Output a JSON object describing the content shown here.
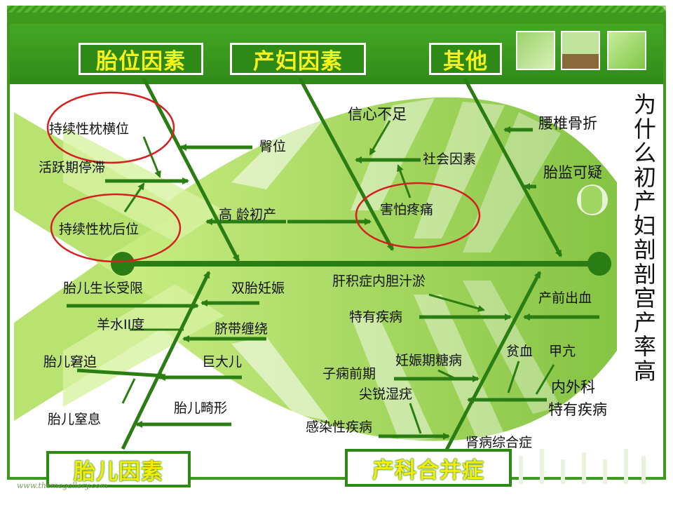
{
  "title_vertical": "为什么初产妇剖剖宫产率高",
  "categories": {
    "fetal_position": "胎位因素",
    "maternal": "产妇因素",
    "other": "其他",
    "fetal": "胎儿因素",
    "obstetric_complications": "产科合并症"
  },
  "causes": {
    "persistent_occiput_transverse": "持续性枕横位",
    "active_phase_arrest": "活跃期停滞",
    "persistent_occiput_posterior": "持续性枕后位",
    "breech": "臀位",
    "advanced_maternal_age": "高 龄初产",
    "lack_confidence": "信心不足",
    "social_factors": "社会因素",
    "fear_of_pain": "害怕疼痛",
    "lumbar_fracture": "腰椎骨折",
    "fetal_monitoring_doubt": "胎监可疑",
    "fetal_growth_restriction": "胎儿生长受限",
    "twin_pregnancy": "双胎妊娠",
    "oligohydramnios": "羊水II度",
    "cord_entanglement": "脐带缠绕",
    "fetal_distress": "胎儿窘迫",
    "macrosomia": "巨大儿",
    "fetal_asphyxia": "胎儿窒息",
    "fetal_malformation": "胎儿畸形",
    "icp": "肝积症内胆汁淤",
    "specific_disease": "特有疾病",
    "antepartum_hemorrhage": "产前出血",
    "gestational_diabetes": "妊娠期糖病",
    "preeclampsia": "子痫前期",
    "anemia": "贫血",
    "hyperthyroid": "甲亢",
    "internal_surgical": "内外科",
    "internal_surgical_disease": "特有疾病",
    "condyloma": "尖锐湿疣",
    "infectious_disease": "感染性疾病",
    "nephrotic_syndrome": "肾病综合症"
  },
  "footer": "www.themegallery.com",
  "colors": {
    "frame_green": "#3e9a1f",
    "arrow_green": "#2a7d12",
    "fish_light": "#a6d95a",
    "cat_text_yellow": "#f7f21a",
    "circle_red": "#d42020"
  }
}
